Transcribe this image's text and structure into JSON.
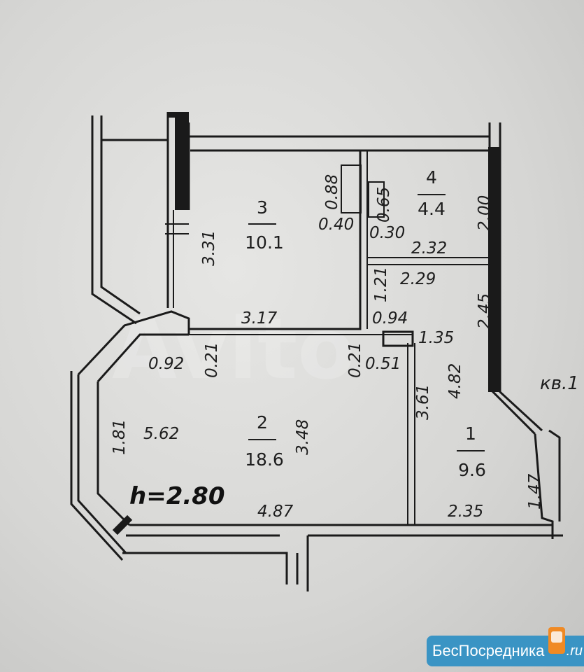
{
  "plan": {
    "ceiling_height": "h=2.80",
    "neighbor_label": "кв.1",
    "rooms": [
      {
        "number": "3",
        "area": "10.1"
      },
      {
        "number": "4",
        "area": "4.4"
      },
      {
        "number": "2",
        "area": "18.6"
      },
      {
        "number": "1",
        "area": "9.6"
      }
    ],
    "dimensions": [
      "3.31",
      "0.88",
      "0.40",
      "0.65",
      "0.30",
      "2.00",
      "2.32",
      "2.29",
      "1.21",
      "0.94",
      "2.45",
      "3.17",
      "1.35",
      "0.92",
      "0.21",
      "0.21",
      "0.51",
      "3.61",
      "4.82",
      "1.81",
      "5.62",
      "3.48",
      "1.47",
      "4.87",
      "2.35"
    ]
  },
  "watermark": "Avito",
  "logo": {
    "text": "БесПосредника",
    "suffix": ".ru"
  }
}
